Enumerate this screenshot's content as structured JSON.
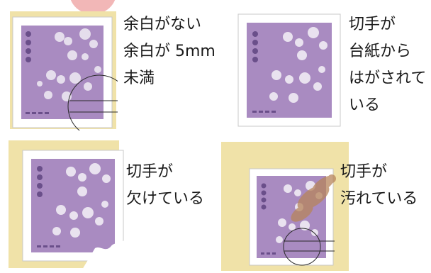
{
  "colors": {
    "paper": "#f0e2a8",
    "stamp_bg": "#a98bc1",
    "stamp_border": "#ffffff",
    "flower": "#e9e2ef",
    "dots": "#6a4f8a",
    "dirt": "#b7855b",
    "postmark": "#2a2a2a",
    "top_arc": "#f2b7b7"
  },
  "panels": [
    {
      "id": "no-margin",
      "lines": [
        "余白がない",
        "余白が 5mm",
        "未満"
      ]
    },
    {
      "id": "peeled",
      "lines": [
        "切手が",
        "台紙から",
        "はがされて",
        "いる"
      ]
    },
    {
      "id": "torn",
      "lines": [
        "切手が",
        "欠けている"
      ]
    },
    {
      "id": "dirty",
      "lines": [
        "切手が",
        "汚れている"
      ]
    }
  ],
  "icons": {
    "stamp": "postage-stamp-icon",
    "postmark": "postmark-icon",
    "dirt": "stain-icon",
    "tear": "torn-edge-icon"
  }
}
